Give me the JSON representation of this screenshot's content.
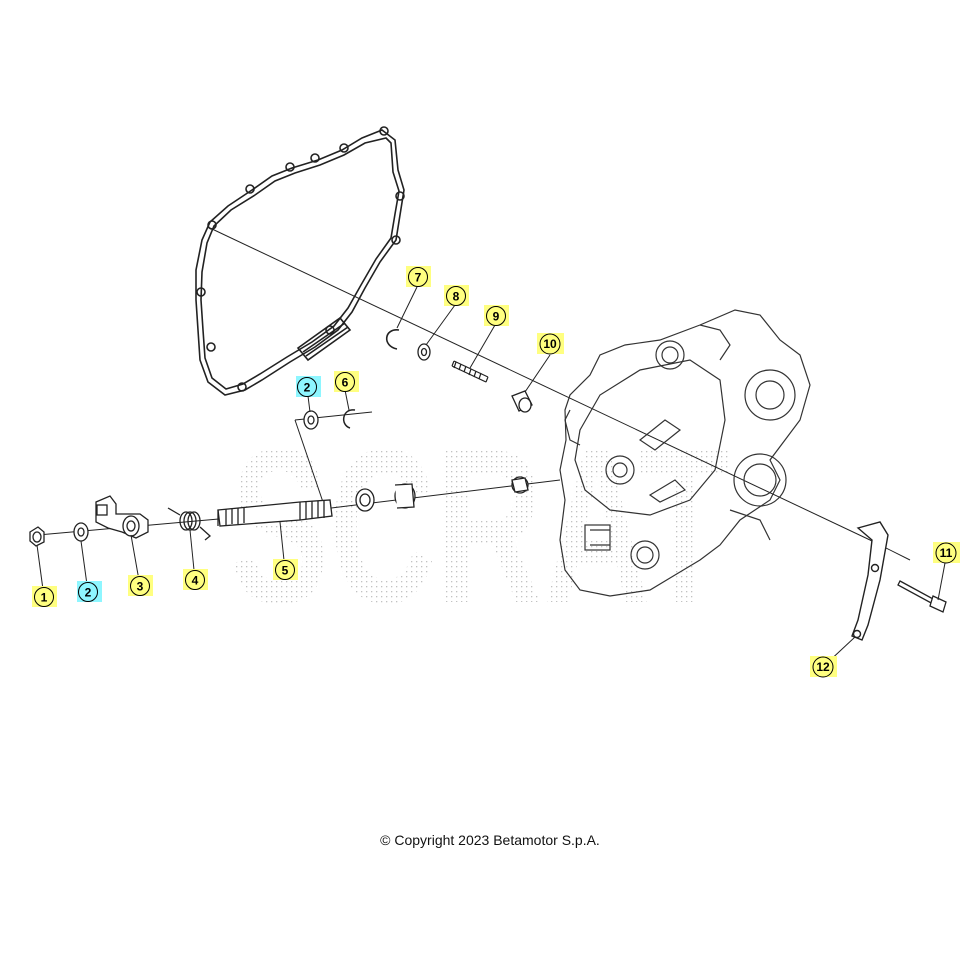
{
  "copyright": "© Copyright 2023 Betamotor S.p.A.",
  "watermark": "SCRAT",
  "colors": {
    "callout_yellow": "#ffff80",
    "callout_cyan": "#8ef6ff",
    "callout_border": "#b8a000",
    "line": "#222222",
    "watermark_dots": "#c9c9c9"
  },
  "callouts": [
    {
      "id": "c1",
      "label": "1",
      "style": "yellow"
    },
    {
      "id": "c2a",
      "label": "2",
      "style": "cyan"
    },
    {
      "id": "c3",
      "label": "3",
      "style": "yellow"
    },
    {
      "id": "c4",
      "label": "4",
      "style": "yellow"
    },
    {
      "id": "c5",
      "label": "5",
      "style": "yellow"
    },
    {
      "id": "c2b",
      "label": "2",
      "style": "cyan"
    },
    {
      "id": "c6",
      "label": "6",
      "style": "yellow"
    },
    {
      "id": "c7",
      "label": "7",
      "style": "yellow"
    },
    {
      "id": "c8",
      "label": "8",
      "style": "yellow"
    },
    {
      "id": "c9",
      "label": "9",
      "style": "yellow"
    },
    {
      "id": "c10",
      "label": "10",
      "style": "yellow"
    },
    {
      "id": "c11",
      "label": "11",
      "style": "yellow"
    },
    {
      "id": "c12",
      "label": "12",
      "style": "yellow"
    }
  ]
}
